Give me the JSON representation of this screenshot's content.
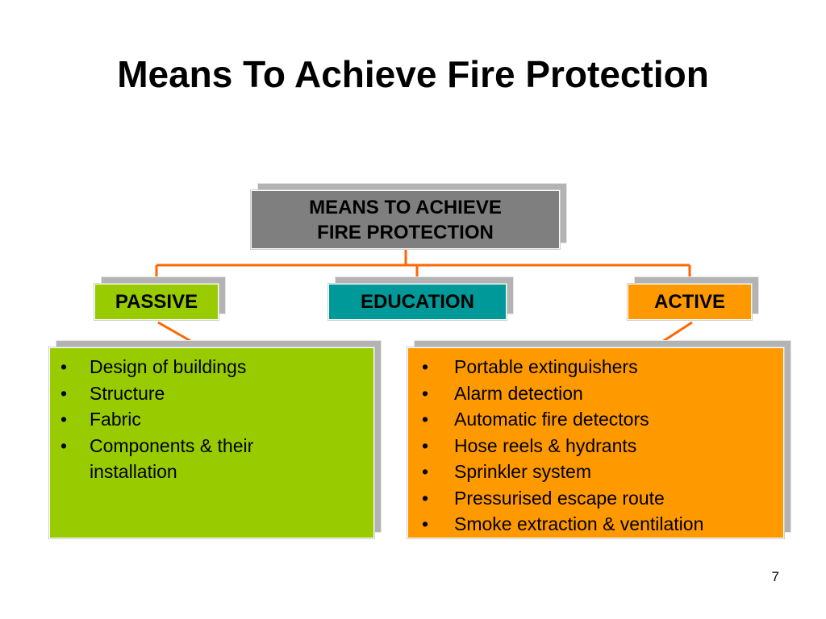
{
  "title": "Means To Achieve Fire Protection",
  "root": {
    "line1": "MEANS TO ACHIEVE",
    "line2": "FIRE PROTECTION",
    "color": "#7f7f7f"
  },
  "categories": {
    "passive": {
      "label": "PASSIVE",
      "color": "#99cc00"
    },
    "education": {
      "label": "EDUCATION",
      "color": "#009999"
    },
    "active": {
      "label": "ACTIVE",
      "color": "#ff9900"
    }
  },
  "passive_items": [
    "Design of buildings",
    "Structure",
    "Fabric",
    "Components & their installation"
  ],
  "active_items": [
    "Portable extinguishers",
    "Alarm detection",
    "Automatic fire detectors",
    "Hose reels & hydrants",
    "Sprinkler system",
    "Pressurised escape route",
    "Smoke extraction & ventilation"
  ],
  "bullet_symbol": "•",
  "connector_color": "#ff6600",
  "shadow_color": "#b3b3b3",
  "page_number": "7"
}
